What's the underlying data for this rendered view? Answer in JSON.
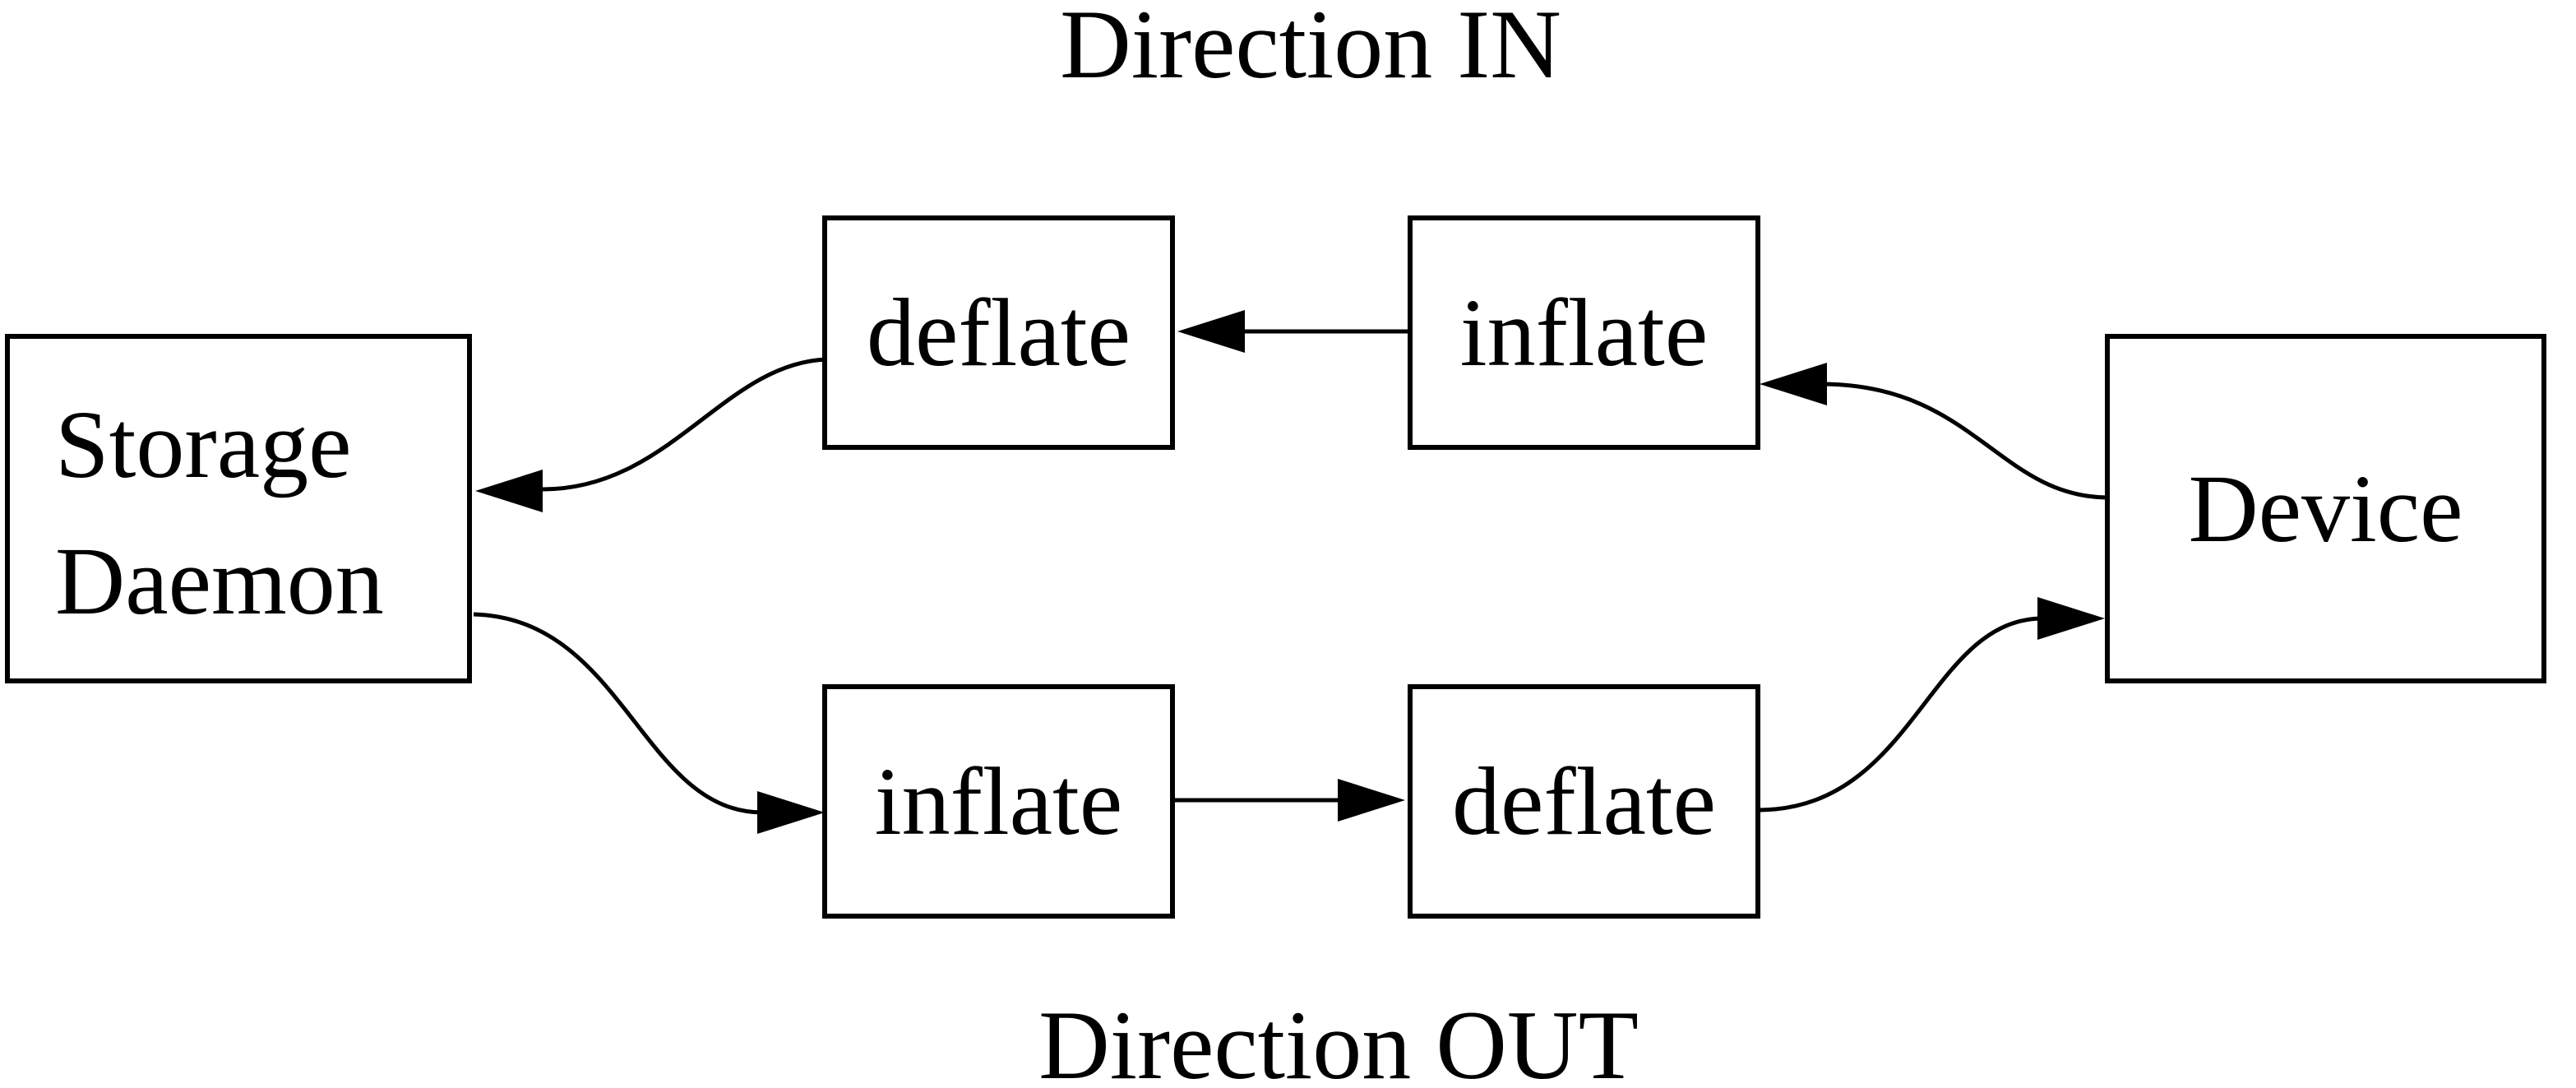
{
  "diagram": {
    "titles": {
      "top": "Direction IN",
      "bottom": "Direction OUT"
    },
    "nodes": {
      "storage_daemon": {
        "line1": "Storage",
        "line2": "Daemon"
      },
      "deflate_in": {
        "label": "deflate"
      },
      "inflate_in": {
        "label": "inflate"
      },
      "inflate_out": {
        "label": "inflate"
      },
      "deflate_out": {
        "label": "deflate"
      },
      "device": {
        "label": "Device"
      }
    },
    "edges": [
      {
        "from": "Device",
        "to": "inflate (IN row)",
        "direction": "left"
      },
      {
        "from": "inflate (IN row)",
        "to": "deflate (IN row)",
        "direction": "left"
      },
      {
        "from": "deflate (IN row)",
        "to": "Storage Daemon",
        "direction": "left"
      },
      {
        "from": "Storage Daemon",
        "to": "inflate (OUT row)",
        "direction": "right"
      },
      {
        "from": "inflate (OUT row)",
        "to": "deflate (OUT row)",
        "direction": "right"
      },
      {
        "from": "deflate (OUT row)",
        "to": "Device",
        "direction": "right"
      }
    ],
    "colors": {
      "ink": "#000000",
      "background": "#ffffff"
    }
  }
}
